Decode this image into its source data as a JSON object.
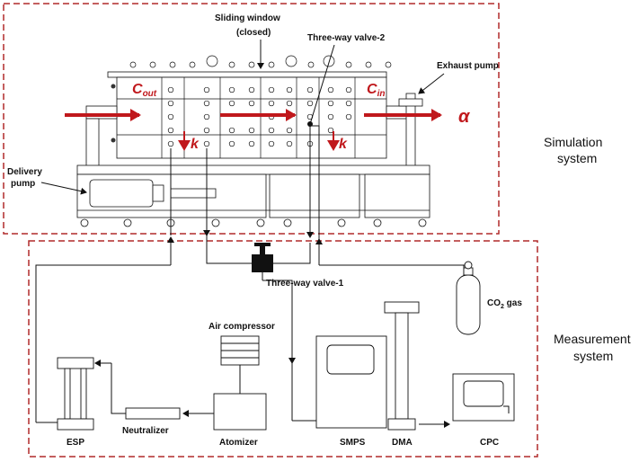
{
  "systems": {
    "simulation": {
      "line1": "Simulation",
      "line2": "system",
      "border_color": "#b02a2a"
    },
    "measurement": {
      "line1": "Measurement",
      "line2": "system",
      "border_color": "#b02a2a"
    }
  },
  "labels": {
    "sliding_window_1": "Sliding window",
    "sliding_window_2": "(closed)",
    "three_way_valve_2": "Three-way valve-2",
    "exhaust_pump": "Exhaust pump",
    "delivery_pump_1": "Delivery",
    "delivery_pump_2": "pump",
    "three_way_valve_1": "Three-way valve-1",
    "co2_gas_main": "CO",
    "co2_gas_sub": "2",
    "co2_gas_suffix": " gas",
    "air_compressor": "Air compressor",
    "esp": "ESP",
    "neutralizer": "Neutralizer",
    "atomizer": "Atomizer",
    "smps": "SMPS",
    "dma": "DMA",
    "cpc": "CPC"
  },
  "symbols": {
    "c_out_main": "C",
    "c_out_sub": "out",
    "c_in_main": "C",
    "c_in_sub": "in",
    "k_left": "k",
    "k_right": "k",
    "alpha": "α"
  },
  "colors": {
    "flow_arrow": "#c0181c",
    "line": "#111111"
  }
}
